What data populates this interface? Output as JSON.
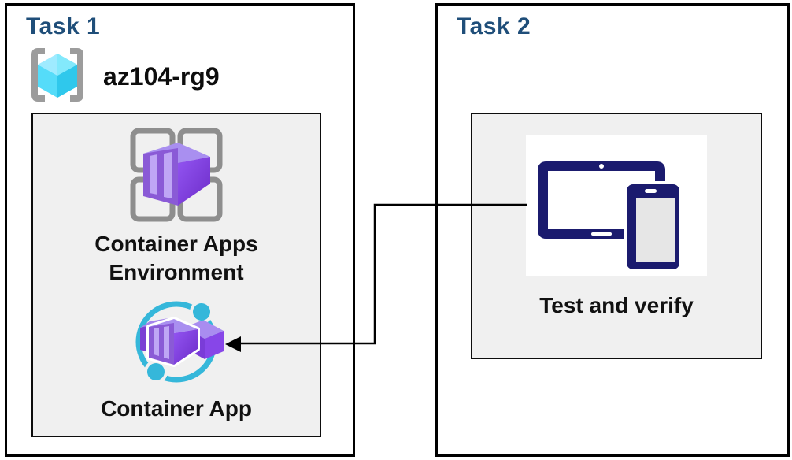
{
  "task1": {
    "title": "Task 1",
    "resource_group": {
      "name": "az104-rg9",
      "icon": "resource-group-icon"
    },
    "environment": {
      "label_line1": "Container Apps",
      "label_line2": "Environment",
      "icon": "container-apps-environment-icon"
    },
    "app": {
      "label": "Container App",
      "icon": "container-app-icon"
    }
  },
  "task2": {
    "title": "Task 2",
    "test": {
      "label": "Test and verify",
      "icon": "tablet-and-phone-devices-icon"
    }
  },
  "connector": {
    "type": "elbow-arrow",
    "from": "test-and-verify-box",
    "to": "container-app-icon"
  },
  "colors": {
    "task_title": "#1f4e79",
    "panel_background": "#f0f0f0",
    "box_border": "#000000",
    "label_text": "#111111",
    "container_purple": "#8a5ad6",
    "container_purple_light": "#a98ff0",
    "container_purple_dark": "#6f2fd0",
    "container_stripe": "#bfa6f5",
    "accent_cyan": "#35b7da",
    "cube_cyan_top": "#9febff",
    "cube_cyan_left": "#55dcf9",
    "cube_cyan_right": "#2fc8ec",
    "bracket_gray": "#9c9c9c",
    "grid_gray": "#8e8e8e",
    "device_navy": "#1b1b6e",
    "phone_screen_gray": "#e6e6e6"
  }
}
